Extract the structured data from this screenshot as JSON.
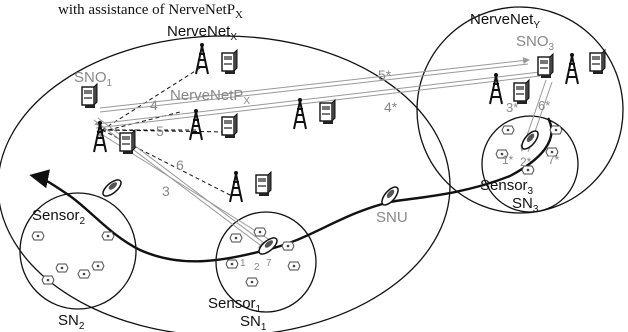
{
  "caption": "with assistance of NerveNetP",
  "caption_sub": "X",
  "labels": {
    "nnx": "NerveNet",
    "nnx_sub": "X",
    "nny": "NerveNet",
    "nny_sub": "Y",
    "nnp": "NerveNetP",
    "nnp_sub": "X",
    "sno1": "SNO",
    "sno1_sub": "1",
    "sno3": "SNO",
    "sno3_sub": "3",
    "sensor1": "Sensor",
    "sensor1_sub": "1",
    "sensor2": "Sensor",
    "sensor2_sub": "2",
    "sensor3": "Sensor",
    "sensor3_sub": "3",
    "sn1": "SN",
    "sn1_sub": "1",
    "sn2": "SN",
    "sn2_sub": "2",
    "sn3": "SN",
    "sn3_sub": "3",
    "snu": "SNU"
  },
  "steps": {
    "s3": "3",
    "s4": "4",
    "s5": "5",
    "s6": "6",
    "s3star": "3*",
    "s4star": "4*",
    "s5star": "5*",
    "s6star": "6*",
    "s1star": "1*",
    "s2star": "2*",
    "s7star": "7*",
    "s1": "1",
    "s2": "2",
    "s7": "7"
  }
}
